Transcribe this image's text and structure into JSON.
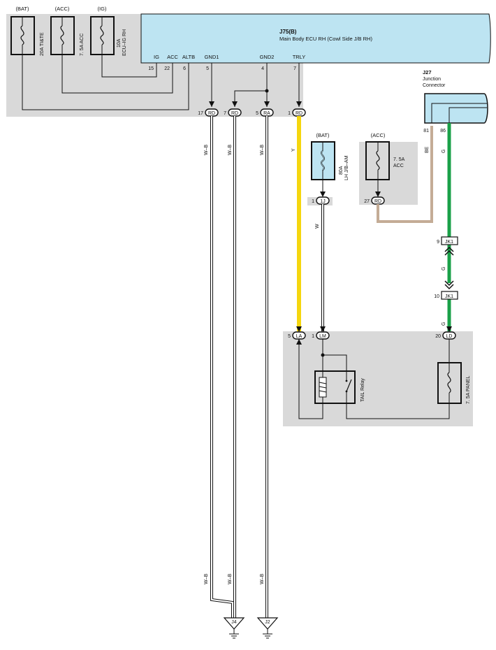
{
  "ecu": {
    "id": "J75(B)",
    "name": "Main Body ECU RH (Cowl Side J/B RH)",
    "pins": [
      {
        "name": "IG",
        "num": "15"
      },
      {
        "name": "ACC",
        "num": "22"
      },
      {
        "name": "ALTB",
        "num": "6"
      },
      {
        "name": "GND1",
        "num": "5"
      },
      {
        "name": "GND2",
        "num": "4"
      },
      {
        "name": "TRLY",
        "num": "7"
      }
    ]
  },
  "ecu_fuses": [
    {
      "source": "(BAT)",
      "label": "20A TI&TE"
    },
    {
      "source": "(ACC)",
      "label": "7. 5A ACC"
    },
    {
      "source": "(IG)",
      "label": "10A",
      "label2": "ECU–IG RH"
    }
  ],
  "top_connectors": [
    {
      "pin": "17",
      "code": "RD"
    },
    {
      "pin": "7",
      "code": "RD"
    },
    {
      "pin": "5",
      "code": "RA"
    },
    {
      "pin": "1",
      "code": "RD"
    }
  ],
  "wire_colors": {
    "wb": "W–B",
    "y": "Y",
    "w": "W",
    "be": "BE",
    "g": "G"
  },
  "lh_fuse": {
    "source": "(BAT)",
    "label": "80A",
    "label2": "LH J/B–AM",
    "pin": "1",
    "code": "1J"
  },
  "acc_fuse": {
    "source": "(ACC)",
    "label": "7. 5A",
    "label2": "ACC",
    "pin": "27",
    "code": "RD"
  },
  "junction": {
    "id": "J27",
    "name": "Junction",
    "name2": "Connector",
    "pin_a": "81",
    "pin_b": "86"
  },
  "jk1": [
    {
      "pin": "9",
      "code": "JK1"
    },
    {
      "pin": "10",
      "code": "JK1"
    }
  ],
  "bottom_connectors": [
    {
      "pin": "5",
      "code": "LA"
    },
    {
      "pin": "1",
      "code": "LM"
    },
    {
      "pin": "20",
      "code": "LD"
    }
  ],
  "relay": {
    "label": "TAIL Relay"
  },
  "panel_fuse": {
    "label": "7. 5A PANEL"
  },
  "grounds": [
    {
      "code": "J4"
    },
    {
      "code": "J2"
    }
  ],
  "colors": {
    "ecu_fill": "#bde4f2",
    "panel_gray": "#d9d9d9",
    "yellow": "#f5d60e",
    "green": "#1aa048",
    "beige": "#c4ac96"
  }
}
